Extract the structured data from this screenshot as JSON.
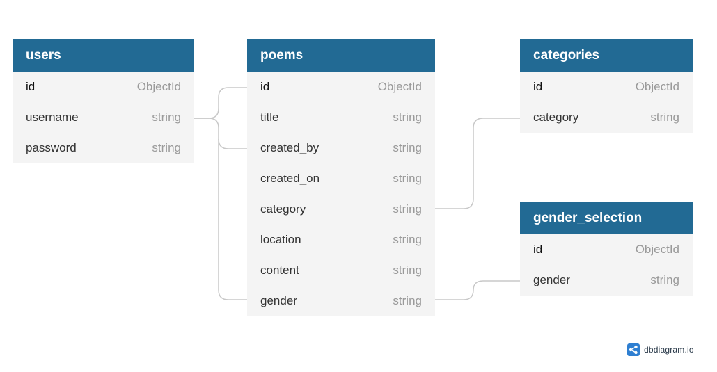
{
  "tables": {
    "users": {
      "name": "users",
      "fields": [
        {
          "name": "id",
          "type": "ObjectId"
        },
        {
          "name": "username",
          "type": "string"
        },
        {
          "name": "password",
          "type": "string"
        }
      ]
    },
    "poems": {
      "name": "poems",
      "fields": [
        {
          "name": "id",
          "type": "ObjectId"
        },
        {
          "name": "title",
          "type": "string"
        },
        {
          "name": "created_by",
          "type": "string"
        },
        {
          "name": "created_on",
          "type": "string"
        },
        {
          "name": "category",
          "type": "string"
        },
        {
          "name": "location",
          "type": "string"
        },
        {
          "name": "content",
          "type": "string"
        },
        {
          "name": "gender",
          "type": "string"
        }
      ]
    },
    "categories": {
      "name": "categories",
      "fields": [
        {
          "name": "id",
          "type": "ObjectId"
        },
        {
          "name": "category",
          "type": "string"
        }
      ]
    },
    "gender_selection": {
      "name": "gender_selection",
      "fields": [
        {
          "name": "id",
          "type": "ObjectId"
        },
        {
          "name": "gender",
          "type": "string"
        }
      ]
    }
  },
  "brand": {
    "text": "dbdiagram.io"
  },
  "colors": {
    "header": "#226a94",
    "body": "#f4f4f4",
    "connector": "#c8c8c8",
    "brand_icon": "#2f7fd1"
  }
}
